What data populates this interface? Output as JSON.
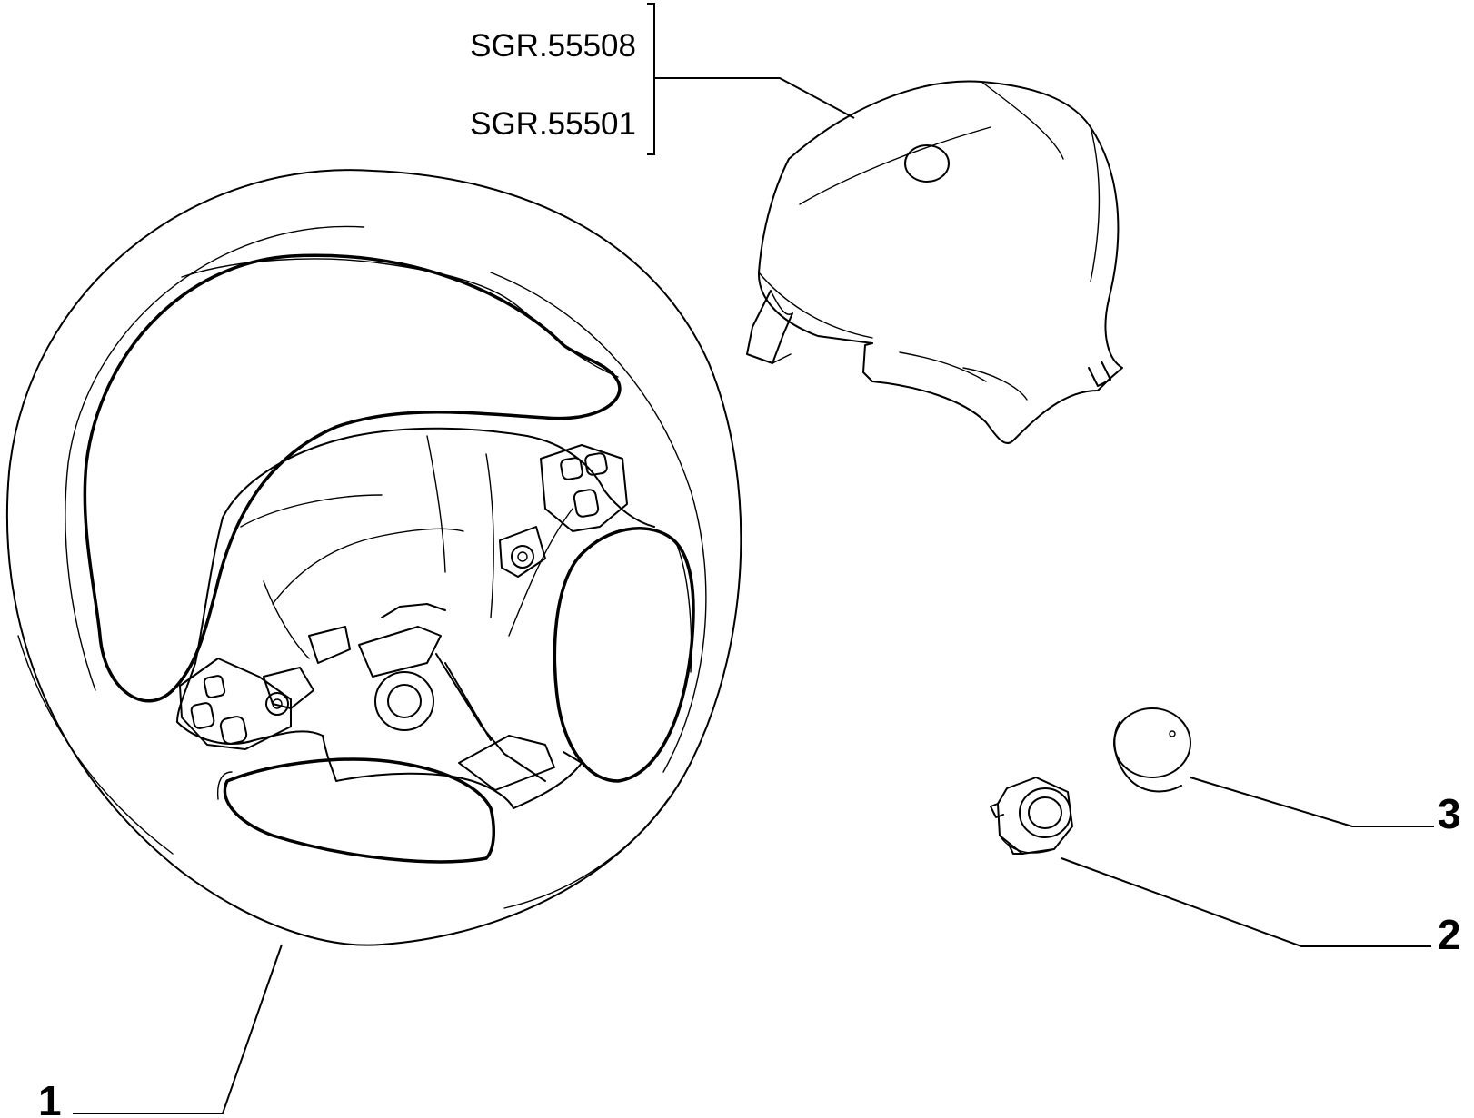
{
  "references": {
    "group_codes": [
      "SGR.55508",
      "SGR.55501"
    ]
  },
  "callouts": [
    {
      "number": "1",
      "part": "steering-wheel"
    },
    {
      "number": "2",
      "part": "nut"
    },
    {
      "number": "3",
      "part": "cap"
    }
  ]
}
